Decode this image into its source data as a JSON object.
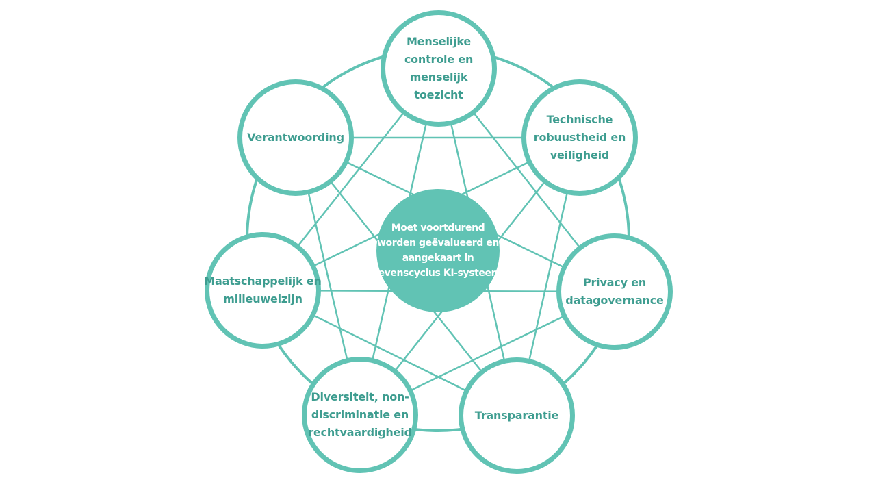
{
  "diagram": {
    "colors": {
      "accent": "#61c3b4",
      "label_text": "#3e9d90",
      "center_fill": "#61c3b4",
      "center_text": "#ffffff",
      "background": "#ffffff"
    },
    "center": {
      "lines": [
        "Moet voortdurend",
        "worden geëvalueerd en",
        "aangekaart in",
        "levenscyclus KI-systeem"
      ]
    },
    "nodes": [
      {
        "id": "menselijke-controle",
        "lines": [
          "Menselijke",
          "controle en",
          "menselijk",
          "toezicht"
        ]
      },
      {
        "id": "technische-robuustheid",
        "lines": [
          "Technische",
          "robuustheid en",
          "veiligheid"
        ]
      },
      {
        "id": "privacy",
        "lines": [
          "Privacy en",
          "datagovernance"
        ]
      },
      {
        "id": "transparantie",
        "lines": [
          "Transparantie"
        ]
      },
      {
        "id": "diversiteit",
        "lines": [
          "Diversiteit, non-",
          "discriminatie en",
          "rechtvaardigheid"
        ]
      },
      {
        "id": "maatschappelijk",
        "lines": [
          "Maatschappelijk en",
          "milieuwelzijn"
        ]
      },
      {
        "id": "verantwoording",
        "lines": [
          "Verantwoording"
        ]
      }
    ]
  }
}
